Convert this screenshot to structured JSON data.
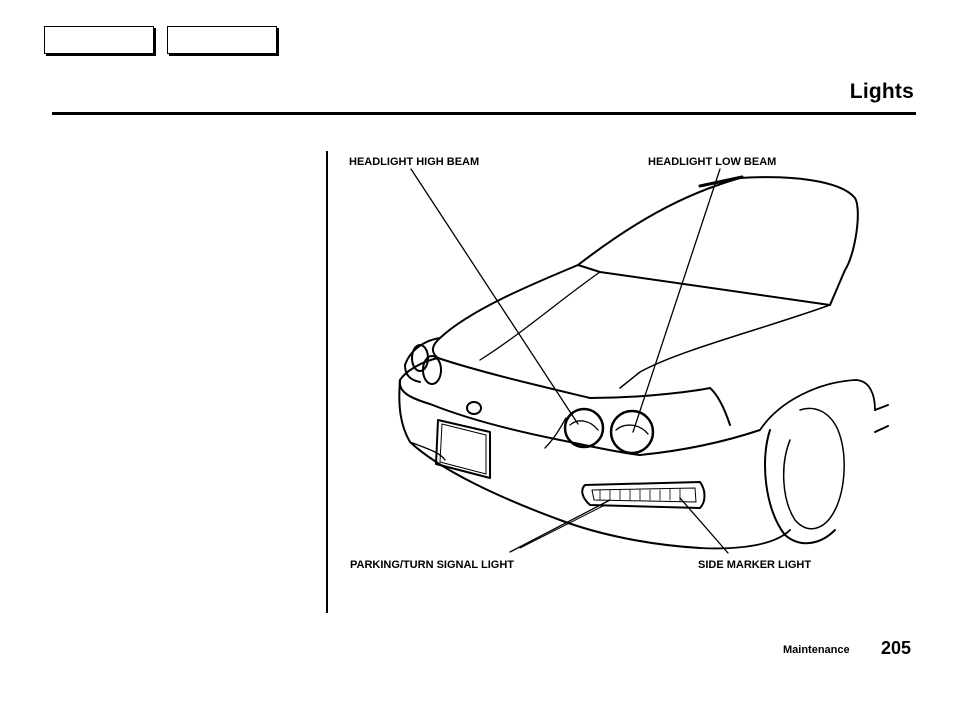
{
  "nav": {
    "prev_label": "",
    "next_label": ""
  },
  "header": {
    "title": "Lights"
  },
  "figure": {
    "callouts": {
      "headlight_high_beam": "HEADLIGHT HIGH BEAM",
      "headlight_low_beam": "HEADLIGHT LOW BEAM",
      "parking_turn_signal": "PARKING/TURN SIGNAL LIGHT",
      "side_marker": "SIDE MARKER LIGHT"
    }
  },
  "footer": {
    "section": "Maintenance",
    "page_number": "205"
  }
}
